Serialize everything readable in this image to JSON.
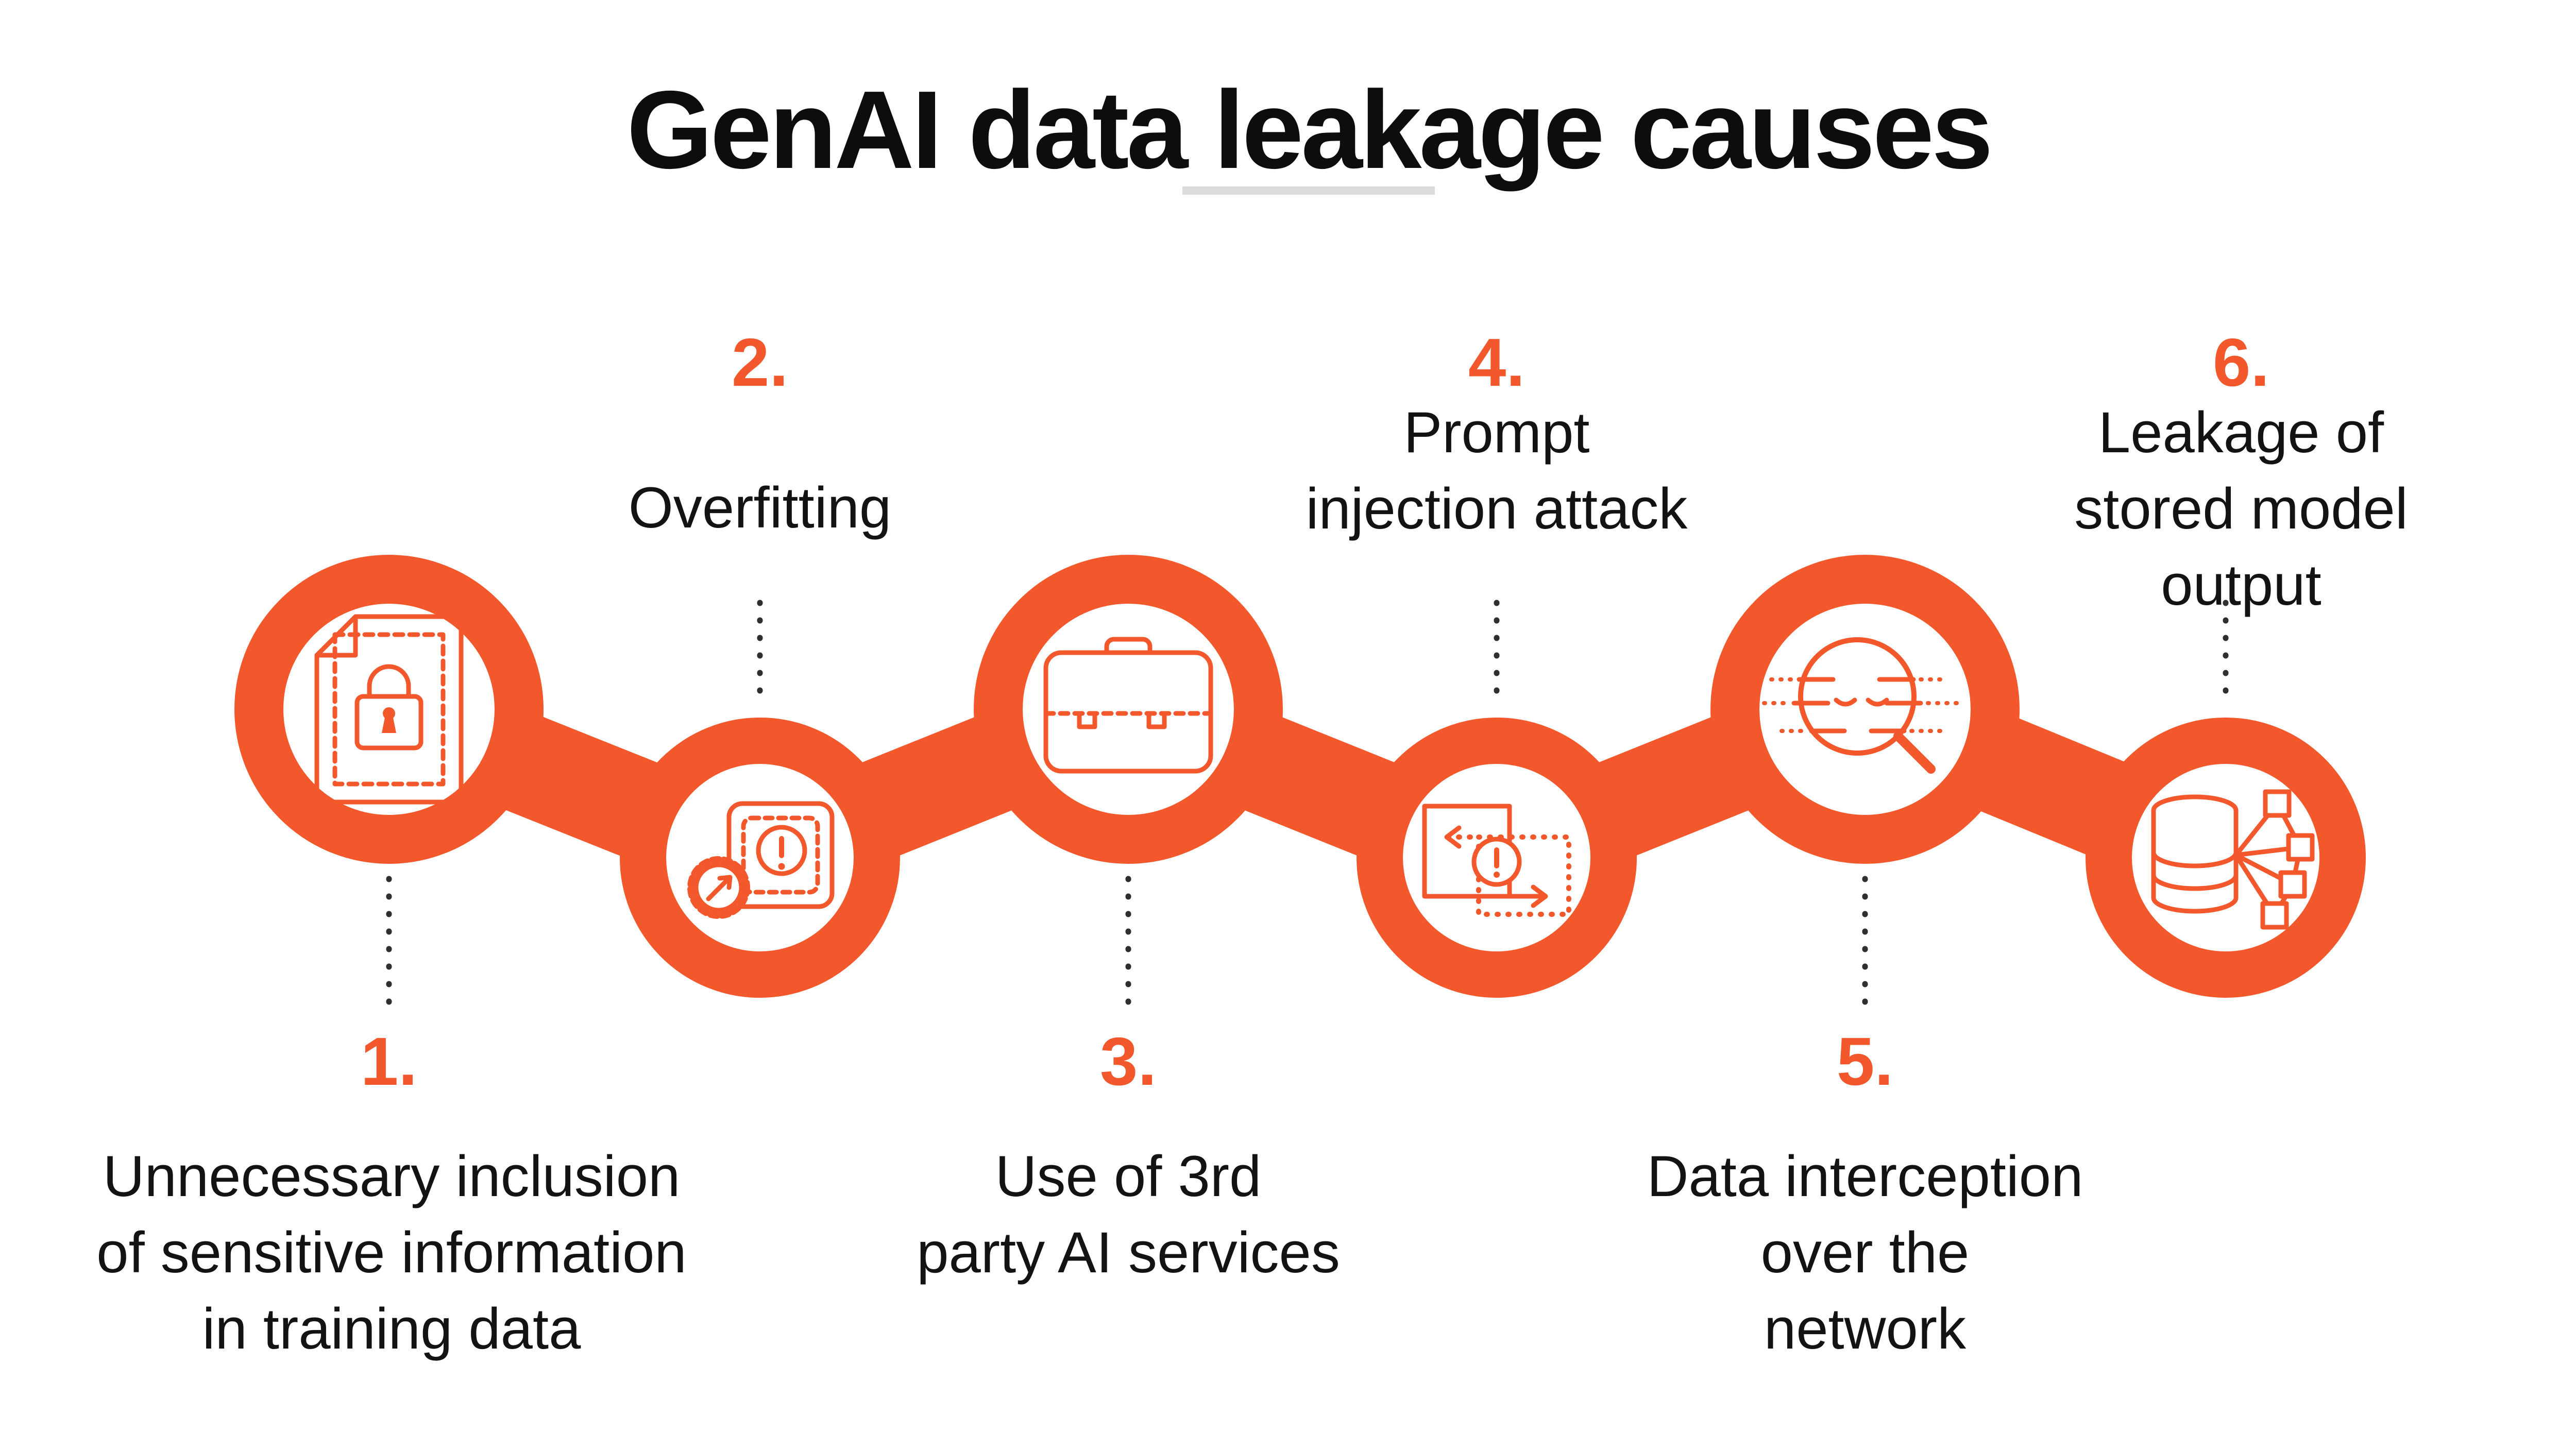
{
  "title": "GenAI data leakage causes",
  "colors": {
    "accent": "#F2582C",
    "text": "#131313",
    "title_text": "#0d0d0d",
    "dotted_connector": "#2F2F2F",
    "divider": "#DBDBDB",
    "background": "#FFFFFF"
  },
  "steps": [
    {
      "number": "1.",
      "label": "Unnecessary inclusion\nof sensitive information\nin training data",
      "icon": "document-lock-icon",
      "label_position": "below"
    },
    {
      "number": "2.",
      "label": "Overfitting",
      "icon": "gear-warning-icon",
      "label_position": "above"
    },
    {
      "number": "3.",
      "label": "Use of 3rd\nparty AI services",
      "icon": "briefcase-icon",
      "label_position": "below"
    },
    {
      "number": "4.",
      "label": "Prompt\ninjection attack",
      "icon": "prompt-injection-icon",
      "label_position": "above"
    },
    {
      "number": "5.",
      "label": "Data interception\nover the\nnetwork",
      "icon": "magnifier-interception-icon",
      "label_position": "below"
    },
    {
      "number": "6.",
      "label": "Leakage of\nstored model output",
      "icon": "database-network-icon",
      "label_position": "above"
    }
  ]
}
